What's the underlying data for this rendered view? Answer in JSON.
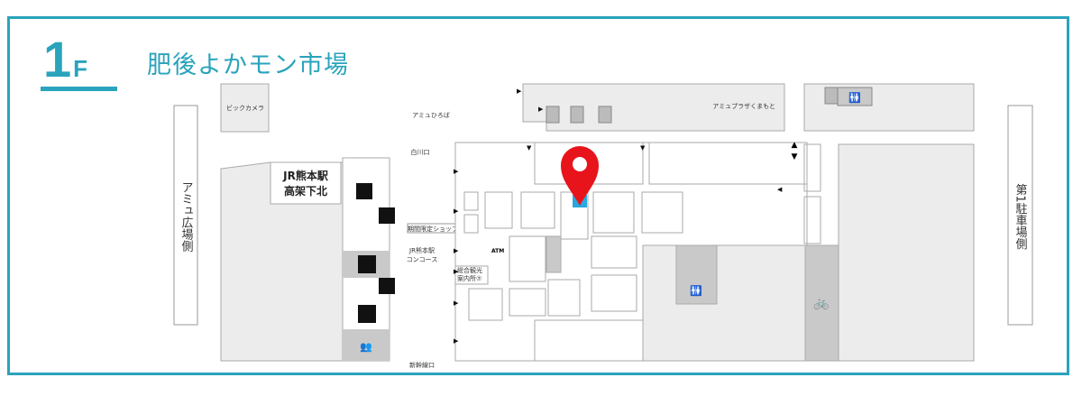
{
  "header": {
    "floor_number": "1",
    "floor_suffix": "F",
    "title": "肥後よかモン市場"
  },
  "map": {
    "left_side": "アミュ広場側",
    "right_side": "第1駐車場側",
    "labels": {
      "bic_camera": "ビックカメラ",
      "amu_hiroba": "アミュひろば",
      "amu_plaza": "アミュプラザくまもと",
      "shirakawa_exit": "白川口",
      "jr_kita_line1": "JR熊本駅",
      "jr_kita_line2": "高架下北",
      "limited_shop": "期間限定ショップ",
      "concourse_line1": "JR熊本駅",
      "concourse_line2": "コンコース",
      "info_line1": "総合観光",
      "info_line2": "案内所⑦",
      "shinkansen_exit": "新幹線口",
      "atm": "ATM"
    },
    "colors": {
      "accent": "#2aa3bc",
      "pin": "#e8141b",
      "highlight": "#29a8e0",
      "gray": "#c9c9c9",
      "light": "#ececec"
    }
  }
}
